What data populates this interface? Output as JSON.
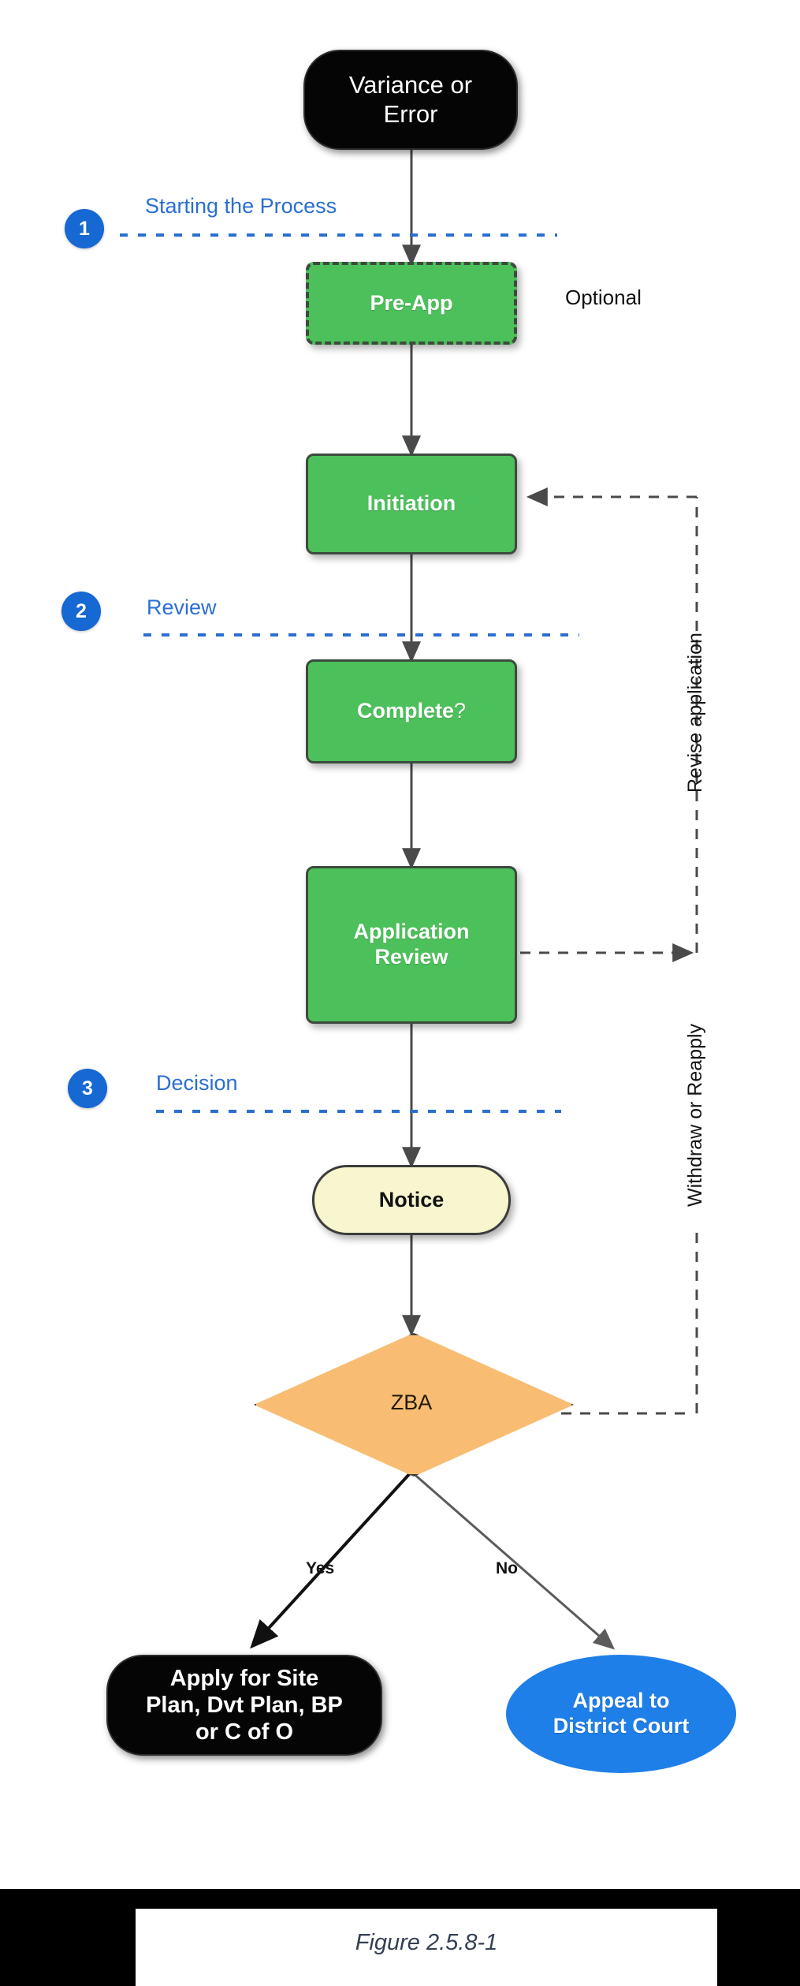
{
  "figure": {
    "caption": "Figure 2.5.8-1"
  },
  "steps": [
    {
      "number": "1",
      "label": "Starting the Process"
    },
    {
      "number": "2",
      "label": "Review"
    },
    {
      "number": "3",
      "label": "Decision"
    }
  ],
  "nodes": {
    "start": {
      "label": "Variance or\nError",
      "shape": "terminal",
      "fill": "#050505",
      "text_color": "#ffffff"
    },
    "pre_app": {
      "label": "Pre-App",
      "shape": "process-dashed",
      "fill": "#4cc05a",
      "text_color": "#ffffff"
    },
    "initiation": {
      "label": "Initiation",
      "shape": "process",
      "fill": "#4cc05a",
      "text_color": "#ffffff"
    },
    "complete": {
      "label": "Complete",
      "suffix": "?",
      "shape": "process",
      "fill": "#4cc05a",
      "text_color": "#ffffff"
    },
    "app_review": {
      "label": "Application\nReview",
      "shape": "process",
      "fill": "#4cc05a",
      "text_color": "#ffffff"
    },
    "notice": {
      "label": "Notice",
      "shape": "terminal-rounded",
      "fill": "#f7f6cf",
      "text_color": "#121212"
    },
    "zba": {
      "label": "ZBA",
      "shape": "decision",
      "fill": "#f8bd72",
      "text_color": "#241a07"
    },
    "apply": {
      "label": "Apply for Site\nPlan, Dvt Plan, BP\nor C of O",
      "shape": "terminal",
      "fill": "#050505",
      "text_color": "#ffffff"
    },
    "appeal": {
      "label": "Appeal to\nDistrict Court",
      "shape": "ellipse",
      "fill": "#1f7fe8",
      "text_color": "#ffffff"
    }
  },
  "annotations": {
    "optional": "Optional",
    "revise_application": "Revise application",
    "withdraw_or_reapply": "Withdraw or Reapply"
  },
  "branch_labels": {
    "yes": "Yes",
    "no": "No"
  },
  "colors": {
    "step_blue": "#1668d2",
    "step_label_blue": "#2a6fd0",
    "process_green": "#4cc05a",
    "notice_yellow": "#f7f6cf",
    "decision_orange": "#f8bd72",
    "terminal_black": "#050505",
    "ellipse_blue": "#1f7fe8",
    "connector_gray": "#4a4a4a",
    "dotted_divider_blue": "#2a6fd0"
  }
}
